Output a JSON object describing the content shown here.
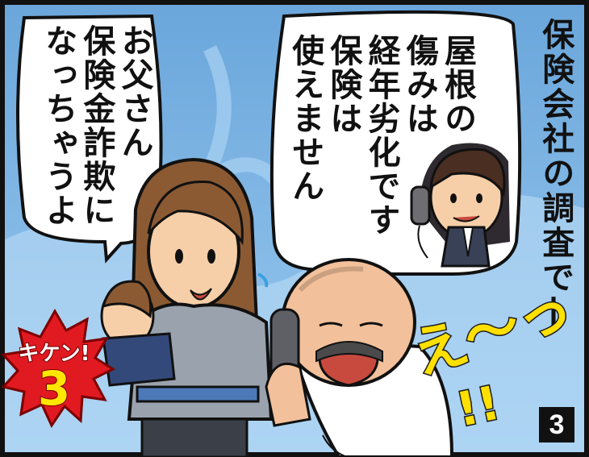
{
  "caption": "保険会社の調査で—",
  "speech_right": "屋根の\n傷みは\n経年劣化です\n保険は\n使えません",
  "speech_left": "お父さん\n保険金詐欺に\nなっちゃうよ",
  "sound_effect": "え〜っ",
  "sound_effect_bang": "!!",
  "badge": {
    "label": "キケン!",
    "number": "3"
  },
  "page_number": "3",
  "colors": {
    "sky": "#7fb6e6",
    "bubble_fill": "#ffffff",
    "sfx": "#ffe000",
    "badge": "#e11921"
  }
}
